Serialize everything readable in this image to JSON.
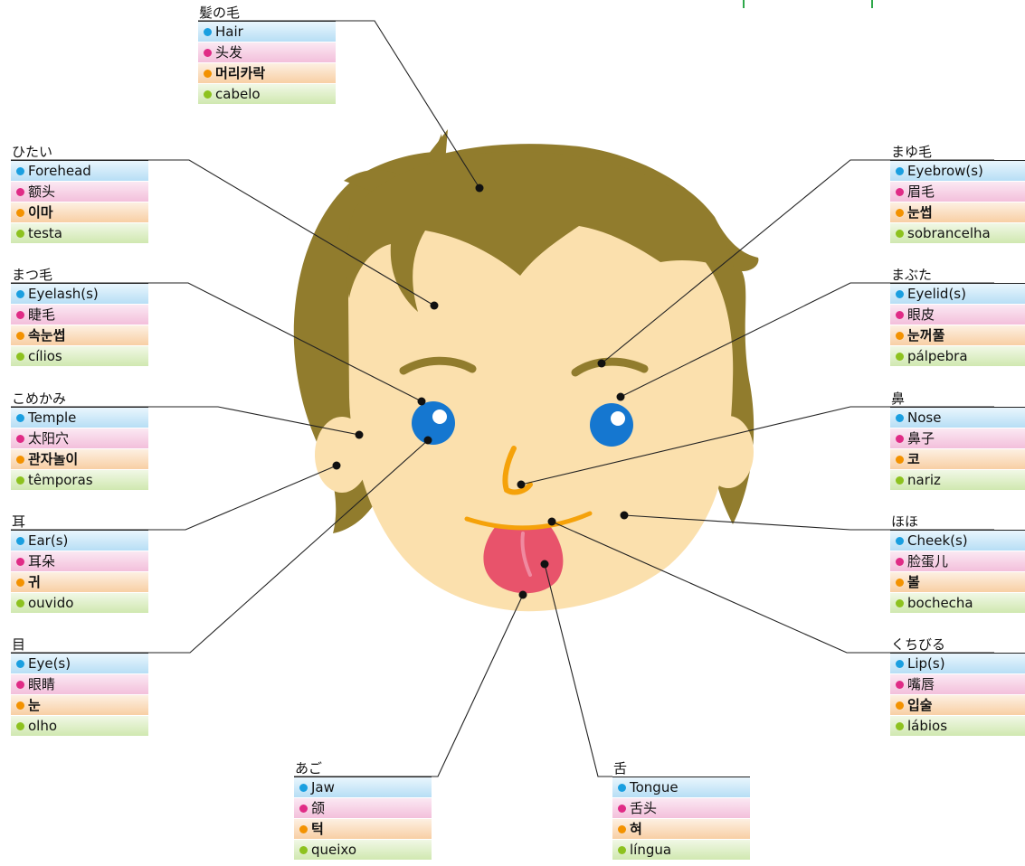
{
  "colors": {
    "hair": "#917c2d",
    "skin": "#fbe0ad",
    "eye": "#1577d0",
    "mouth": "#f5a20a",
    "tongue": "#e8536b",
    "leader_line": "#222222",
    "english_dot": "#1a9fe0",
    "chinese_dot": "#e02b86",
    "korean_dot": "#f39200",
    "portuguese_dot": "#8dc21f"
  },
  "labels": [
    {
      "id": "hair",
      "ja": "髪の毛",
      "en": "Hair",
      "zh": "头发",
      "ko": "머리카락",
      "pt": "cabelo"
    },
    {
      "id": "forehead",
      "ja": "ひたい",
      "en": "Forehead",
      "zh": "额头",
      "ko": "이마",
      "pt": "testa"
    },
    {
      "id": "eyelash",
      "ja": "まつ毛",
      "en": "Eyelash(s)",
      "zh": "睫毛",
      "ko": "속눈썹",
      "pt": "cílios"
    },
    {
      "id": "temple",
      "ja": "こめかみ",
      "en": "Temple",
      "zh": "太阳穴",
      "ko": "관자놀이",
      "pt": "têmporas"
    },
    {
      "id": "ear",
      "ja": "耳",
      "en": "Ear(s)",
      "zh": "耳朵",
      "ko": "귀",
      "pt": "ouvido"
    },
    {
      "id": "eye",
      "ja": "目",
      "en": "Eye(s)",
      "zh": "眼睛",
      "ko": "눈",
      "pt": "olho"
    },
    {
      "id": "jaw",
      "ja": "あご",
      "en": "Jaw",
      "zh": "颌",
      "ko": "턱",
      "pt": "queixo"
    },
    {
      "id": "tongue",
      "ja": "舌",
      "en": "Tongue",
      "zh": "舌头",
      "ko": "혀",
      "pt": "língua"
    },
    {
      "id": "eyebrow",
      "ja": "まゆ毛",
      "en": "Eyebrow(s)",
      "zh": "眉毛",
      "ko": "눈썹",
      "pt": "sobrancelha"
    },
    {
      "id": "eyelid",
      "ja": "まぶた",
      "en": "Eyelid(s)",
      "zh": "眼皮",
      "ko": "눈꺼풀",
      "pt": "pálpebra"
    },
    {
      "id": "nose",
      "ja": "鼻",
      "en": "Nose",
      "zh": "鼻子",
      "ko": "코",
      "pt": "nariz"
    },
    {
      "id": "cheek",
      "ja": "ほほ",
      "en": "Cheek(s)",
      "zh": "脸蛋儿",
      "ko": "볼",
      "pt": "bochecha"
    },
    {
      "id": "lip",
      "ja": "くちびる",
      "en": "Lip(s)",
      "zh": "嘴唇",
      "ko": "입술",
      "pt": "lábios"
    }
  ]
}
